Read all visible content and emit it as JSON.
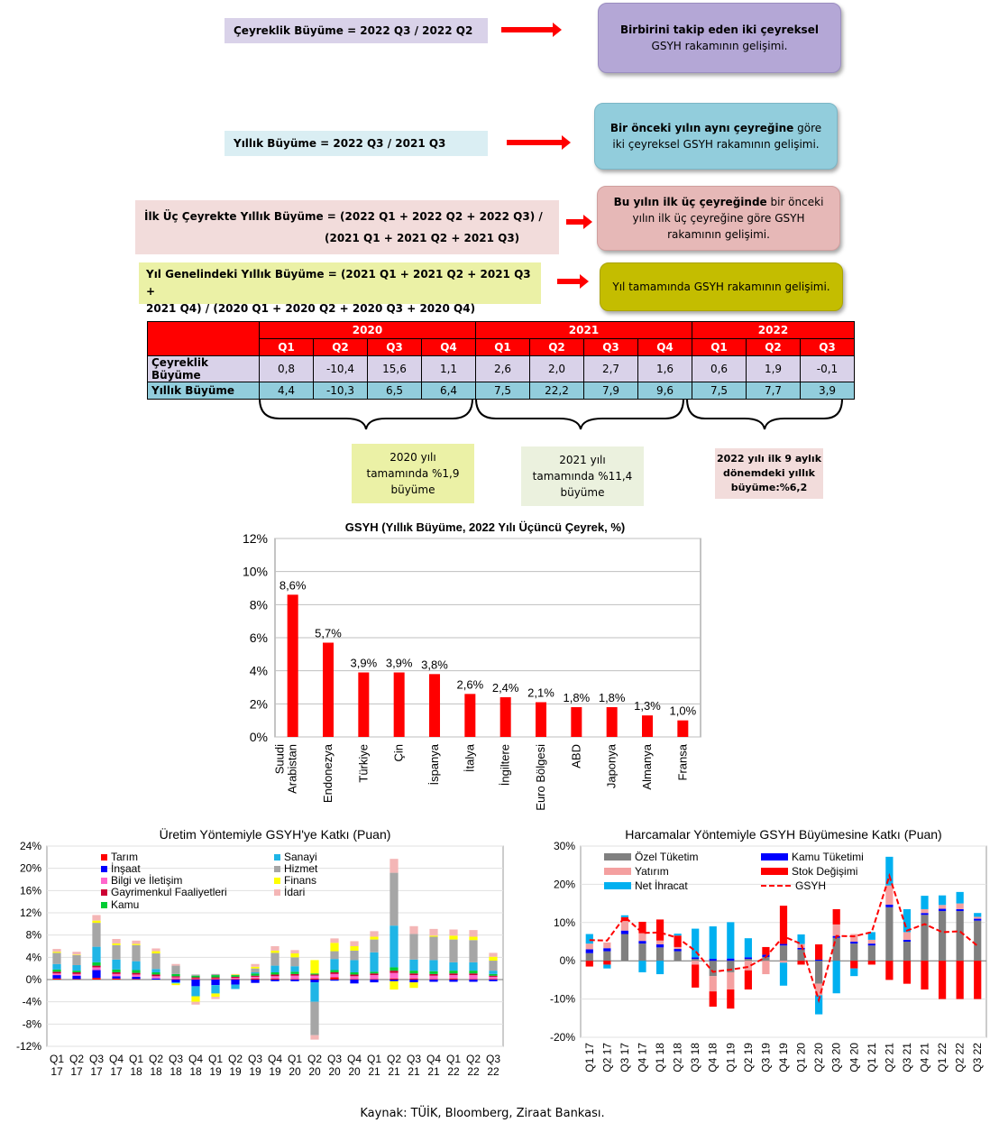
{
  "defs": [
    {
      "label": "Çeyreklik Büyüme = 2022 Q3 / 2022 Q2",
      "desc_bold": "Birbirini takip eden iki çeyreksel",
      "desc_rest": " GSYH rakamının gelişimi."
    },
    {
      "label": "Yıllık Büyüme = 2022 Q3 / 2021 Q3",
      "desc_bold": "Bir önceki yılın aynı çeyreğine",
      "desc_rest": " göre iki çeyreksel GSYH rakamının gelişimi."
    },
    {
      "label_line1": "İlk Üç Çeyrekte Yıllık Büyüme = (2022 Q1 + 2022 Q2 + 2022 Q3) /",
      "label_line2": "(2021 Q1 + 2021 Q2 + 2021 Q3)",
      "desc_bold": "Bu yılın ilk üç çeyreğinde",
      "desc_rest": " bir önceki yılın ilk üç çeyreğine göre GSYH rakamının gelişimi."
    },
    {
      "label_line1": "Yıl Genelindeki Yıllık Büyüme = (2021 Q1 + 2021 Q2 + 2021 Q3 +",
      "label_line2": "2021 Q4) / (2020 Q1 + 2020 Q2 + 2020 Q3 + 2020 Q4)",
      "desc": "Yıl tamamında GSYH rakamının gelişimi."
    }
  ],
  "growth_table": {
    "years": [
      "2020",
      "2021",
      "2022"
    ],
    "quarters": [
      "Q1",
      "Q2",
      "Q3",
      "Q4",
      "Q1",
      "Q2",
      "Q3",
      "Q4",
      "Q1",
      "Q2",
      "Q3"
    ],
    "rows": [
      {
        "label": "Çeyreklik Büyüme",
        "values": [
          "0,8",
          "-10,4",
          "15,6",
          "1,1",
          "2,6",
          "2,0",
          "2,7",
          "1,6",
          "0,6",
          "1,9",
          "-0,1"
        ]
      },
      {
        "label": "Yıllık Büyüme",
        "values": [
          "4,4",
          "-10,3",
          "6,5",
          "6,4",
          "7,5",
          "22,2",
          "7,9",
          "9,6",
          "7,5",
          "7,7",
          "3,9"
        ]
      }
    ]
  },
  "summaries": {
    "y2020": [
      "2020 yılı",
      "tamamında %1,9",
      "büyüme"
    ],
    "y2021": [
      "2021 yılı",
      "tamamında %11,4",
      "büyüme"
    ],
    "y2022": [
      "2022 yılı ilk 9 aylık",
      "dönemdeki yıllık",
      "büyüme:%6,2"
    ]
  },
  "source": "Kaynak: TÜİK, Bloomberg, Ziraat Bankası.",
  "colors": {
    "red": "#ff0000",
    "lavender": "#d9d2e9",
    "cyan": "#92cddc",
    "olive": "#c4bd00"
  },
  "chart_data": [
    {
      "type": "bar",
      "title": "GSYH (Yıllık Büyüme, 2022 Yılı Üçüncü Çeyrek, %)",
      "categories": [
        [
          "Suudi",
          "Arabistan"
        ],
        [
          "Endonezya"
        ],
        [
          "Türkiye"
        ],
        [
          "Çin"
        ],
        [
          "İspanya"
        ],
        [
          "İtalya"
        ],
        [
          "İngiltere"
        ],
        [
          "Euro Bölgesi"
        ],
        [
          "ABD"
        ],
        [
          "Japonya"
        ],
        [
          "Almanya"
        ],
        [
          "Fransa"
        ]
      ],
      "values": [
        8.6,
        5.7,
        3.9,
        3.9,
        3.8,
        2.6,
        2.4,
        2.1,
        1.8,
        1.8,
        1.3,
        1.0
      ],
      "data_labels": [
        "8,6%",
        "5,7%",
        "3,9%",
        "3,9%",
        "3,8%",
        "2,6%",
        "2,4%",
        "2,1%",
        "1,8%",
        "1,8%",
        "1,3%",
        "1,0%"
      ],
      "ylim": [
        0,
        12
      ],
      "yticks": [
        "0%",
        "2%",
        "4%",
        "6%",
        "8%",
        "10%",
        "12%"
      ],
      "grid": true,
      "color": "#ff0000"
    },
    {
      "type": "bar",
      "stacked": true,
      "title": "Üretim Yöntemiyle  GSYH'ye Katkı (Puan)",
      "ylim": [
        -12,
        24
      ],
      "yticks": [
        "-12%",
        "-8%",
        "-4%",
        "0%",
        "4%",
        "8%",
        "12%",
        "16%",
        "20%",
        "24%"
      ],
      "categories": [
        [
          "Q1",
          "17"
        ],
        [
          "Q2",
          "17"
        ],
        [
          "Q3",
          "17"
        ],
        [
          "Q4",
          "17"
        ],
        [
          "Q1",
          "18"
        ],
        [
          "Q2",
          "18"
        ],
        [
          "Q3",
          "18"
        ],
        [
          "Q4",
          "18"
        ],
        [
          "Q1",
          "19"
        ],
        [
          "Q2",
          "19"
        ],
        [
          "Q3",
          "19"
        ],
        [
          "Q4",
          "19"
        ],
        [
          "Q1",
          "20"
        ],
        [
          "Q2",
          "20"
        ],
        [
          "Q3",
          "20"
        ],
        [
          "Q4",
          "20"
        ],
        [
          "Q1",
          "21"
        ],
        [
          "Q2",
          "21"
        ],
        [
          "Q3",
          "21"
        ],
        [
          "Q4",
          "21"
        ],
        [
          "Q1",
          "22"
        ],
        [
          "Q2",
          "22"
        ],
        [
          "Q3",
          "22"
        ]
      ],
      "series": [
        {
          "name": "Tarım",
          "color": "#ff0000",
          "values": [
            0.2,
            0.1,
            0.3,
            0.2,
            0.1,
            0.0,
            0.1,
            0.1,
            0.1,
            0.1,
            0.2,
            0.2,
            0.1,
            0.2,
            0.4,
            0.1,
            0.1,
            0.2,
            0.2,
            0.1,
            0.2,
            0.1,
            0.1
          ]
        },
        {
          "name": "İnşaat",
          "color": "#0000ff",
          "values": [
            0.6,
            0.6,
            1.4,
            0.4,
            0.4,
            0.2,
            -0.5,
            -1.2,
            -1.0,
            -0.9,
            -0.6,
            -0.3,
            -0.3,
            -0.5,
            -0.2,
            -0.7,
            -0.5,
            -0.3,
            -0.5,
            -0.4,
            -0.4,
            -0.4,
            -0.3
          ]
        },
        {
          "name": "Bilgi ve İletişim",
          "color": "#ff66cc",
          "values": [
            0.3,
            0.3,
            0.5,
            0.4,
            0.4,
            0.4,
            0.3,
            0.1,
            0.1,
            0.2,
            0.3,
            0.4,
            0.6,
            0.5,
            0.6,
            0.5,
            0.7,
            1.0,
            0.6,
            0.6,
            0.6,
            0.7,
            0.4
          ]
        },
        {
          "name": "Gayrimenkul Faaliyetleri",
          "color": "#cc0033",
          "values": [
            0.3,
            0.3,
            0.3,
            0.3,
            0.3,
            0.3,
            0.2,
            0.2,
            0.2,
            0.2,
            0.2,
            0.3,
            0.3,
            0.2,
            0.3,
            0.3,
            0.3,
            0.4,
            0.3,
            0.3,
            0.3,
            0.3,
            0.2
          ]
        },
        {
          "name": "Kamu",
          "color": "#00cc33",
          "values": [
            0.4,
            0.3,
            0.6,
            0.5,
            0.5,
            0.4,
            0.4,
            0.3,
            0.4,
            0.3,
            0.4,
            0.4,
            0.4,
            0.2,
            0.4,
            0.4,
            0.3,
            0.6,
            0.5,
            0.5,
            0.5,
            0.5,
            0.3
          ]
        },
        {
          "name": "Sanayi",
          "color": "#1fb5e6",
          "values": [
            1.0,
            1.0,
            2.8,
            1.8,
            1.6,
            0.6,
            -0.2,
            -1.8,
            -1.5,
            -0.8,
            0.2,
            1.2,
            1.0,
            -3.5,
            2.0,
            2.2,
            3.5,
            7.5,
            2.0,
            2.0,
            1.5,
            1.5,
            0.6
          ]
        },
        {
          "name": "Hizmet",
          "color": "#a6a6a6",
          "values": [
            2.0,
            1.8,
            4.3,
            2.6,
            2.9,
            2.8,
            1.5,
            0.2,
            0.2,
            0.0,
            0.7,
            2.3,
            1.6,
            -6.0,
            1.4,
            1.7,
            2.3,
            9.5,
            4.6,
            4.2,
            4.1,
            4.0,
            1.8
          ]
        },
        {
          "name": "Finans",
          "color": "#ffff00",
          "values": [
            0.2,
            0.1,
            0.4,
            0.3,
            0.2,
            0.4,
            -0.3,
            -1.0,
            -0.6,
            0.1,
            0.3,
            0.4,
            0.7,
            2.4,
            1.5,
            0.8,
            0.5,
            -1.5,
            -1.0,
            0.2,
            0.7,
            0.6,
            0.7
          ]
        },
        {
          "name": "İdari",
          "color": "#f4b6b6",
          "values": [
            0.5,
            0.5,
            1.0,
            0.8,
            0.6,
            0.5,
            0.3,
            -0.5,
            -0.4,
            0.1,
            0.5,
            0.8,
            0.6,
            -0.8,
            0.8,
            0.9,
            1.0,
            2.5,
            1.4,
            1.2,
            1.1,
            1.2,
            0.7
          ]
        }
      ]
    },
    {
      "type": "bar",
      "stacked": true,
      "title": "Harcamalar Yöntemiyle GSYH Büyümesine Katkı (Puan)",
      "ylim": [
        -20,
        30
      ],
      "yticks": [
        "-20%",
        "-10%",
        "0%",
        "10%",
        "20%",
        "30%"
      ],
      "categories": [
        [
          "Q1",
          "17"
        ],
        [
          "Q2",
          "17"
        ],
        [
          "Q3",
          "17"
        ],
        [
          "Q4",
          "17"
        ],
        [
          "Q1",
          "18"
        ],
        [
          "Q2",
          "18"
        ],
        [
          "Q3",
          "18"
        ],
        [
          "Q4",
          "18"
        ],
        [
          "Q1",
          "19"
        ],
        [
          "Q2",
          "19"
        ],
        [
          "Q3",
          "19"
        ],
        [
          "Q4",
          "19"
        ],
        [
          "Q1",
          "20"
        ],
        [
          "Q2",
          "20"
        ],
        [
          "Q3",
          "20"
        ],
        [
          "Q4",
          "20"
        ],
        [
          "Q1",
          "21"
        ],
        [
          "Q2",
          "21"
        ],
        [
          "Q3",
          "21"
        ],
        [
          "Q4",
          "21"
        ],
        [
          "Q1",
          "22"
        ],
        [
          "Q2",
          "22"
        ],
        [
          "Q3",
          "22"
        ]
      ],
      "series": [
        {
          "name": "Özel Tüketim",
          "color": "#808080",
          "values": [
            2.0,
            2.5,
            7.0,
            4.5,
            3.5,
            2.5,
            0.5,
            -4.0,
            -3.0,
            0.5,
            1.0,
            4.0,
            3.0,
            -6.0,
            6.0,
            4.5,
            4.0,
            14.0,
            5.0,
            12.0,
            13.0,
            13.0,
            10.5
          ]
        },
        {
          "name": "Kamu Tüketimi",
          "color": "#0000ff",
          "values": [
            1.0,
            0.8,
            0.9,
            0.7,
            0.8,
            0.6,
            0.4,
            0.5,
            0.6,
            0.4,
            0.6,
            0.4,
            0.4,
            0.3,
            0.5,
            0.5,
            0.5,
            0.7,
            0.5,
            0.5,
            0.6,
            0.5,
            0.5
          ]
        },
        {
          "name": "Yatırım",
          "color": "#f4a0a0",
          "values": [
            1.5,
            1.5,
            2.5,
            2.0,
            1.0,
            0.5,
            -1.0,
            -4.0,
            -4.5,
            -2.5,
            -3.5,
            -0.5,
            1.0,
            -3.0,
            3.0,
            2.0,
            1.0,
            5.0,
            2.0,
            1.0,
            1.0,
            1.5,
            0.5
          ]
        },
        {
          "name": "Stok Değişimi",
          "color": "#ff0000",
          "values": [
            -1.5,
            -1.0,
            1.0,
            3.0,
            5.5,
            3.0,
            -6.0,
            -4.0,
            -5.0,
            -5.0,
            2.0,
            10.0,
            -1.0,
            4.0,
            4.0,
            -2.0,
            -1.0,
            -5.0,
            -6.0,
            -7.5,
            -10.0,
            -10.0,
            -10.0
          ]
        },
        {
          "name": "Net İhracat",
          "color": "#00b0f0",
          "values": [
            2.5,
            -1.0,
            0.5,
            -3.0,
            -3.5,
            0.5,
            7.5,
            8.5,
            9.5,
            5.0,
            0.0,
            -6.0,
            2.5,
            -5.0,
            -8.5,
            -2.0,
            2.0,
            7.5,
            6.0,
            3.5,
            2.5,
            3.0,
            1.0
          ]
        },
        {
          "name": "GSYH",
          "type": "line",
          "color": "#ff0000",
          "values": [
            5.4,
            5.3,
            11.5,
            7.3,
            7.4,
            6.0,
            2.6,
            -2.9,
            -2.3,
            -1.6,
            1.0,
            6.4,
            4.4,
            -10.3,
            6.5,
            6.4,
            7.5,
            22.2,
            7.9,
            9.6,
            7.5,
            7.7,
            3.9
          ]
        }
      ]
    }
  ]
}
